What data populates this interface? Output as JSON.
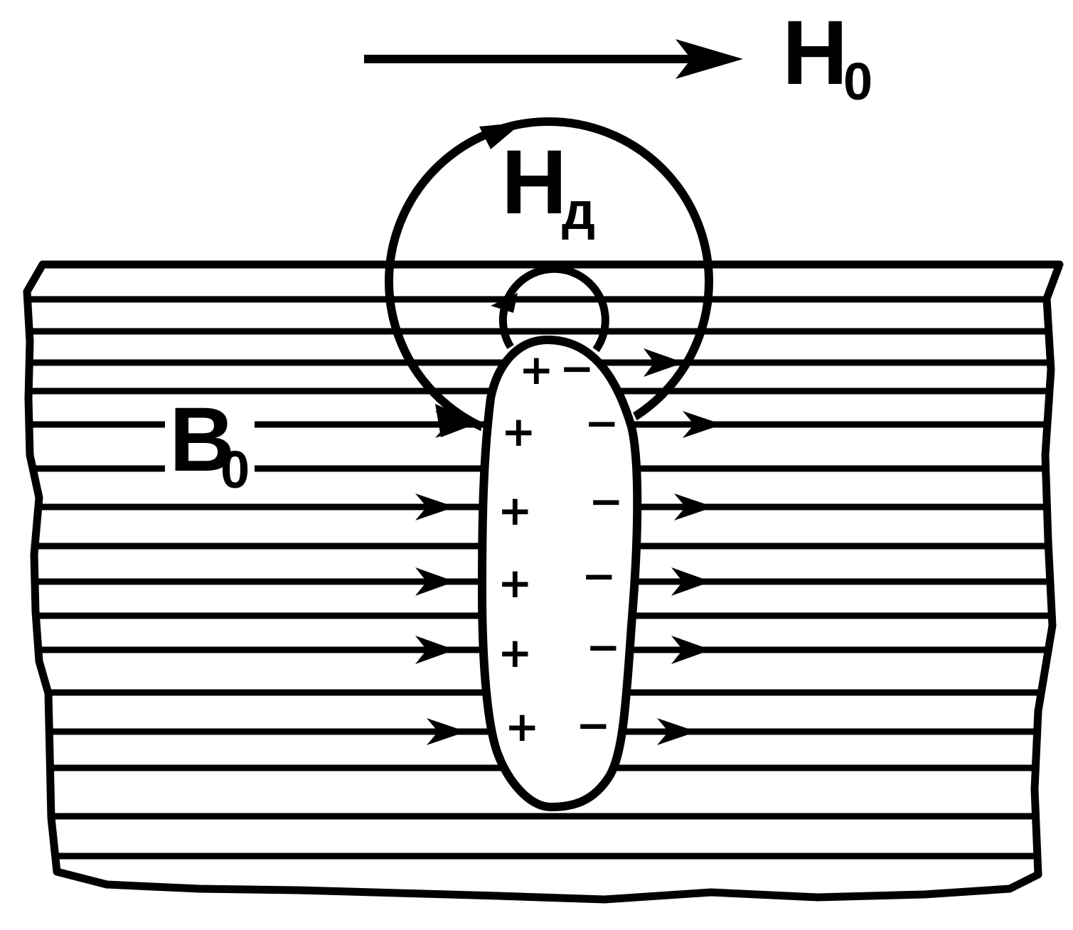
{
  "colors": {
    "ink": "#000000",
    "background": "#ffffff"
  },
  "labels": {
    "applied_field": {
      "main": "H",
      "sub": "0"
    },
    "defect_field": {
      "main": "H",
      "sub": "д"
    },
    "induction": {
      "main": "B",
      "sub": "0"
    }
  },
  "charges": {
    "positive": [
      "+",
      "+",
      "+",
      "+",
      "+",
      "+"
    ],
    "negative": [
      "−",
      "−",
      "−",
      "−",
      "−",
      "−"
    ]
  }
}
